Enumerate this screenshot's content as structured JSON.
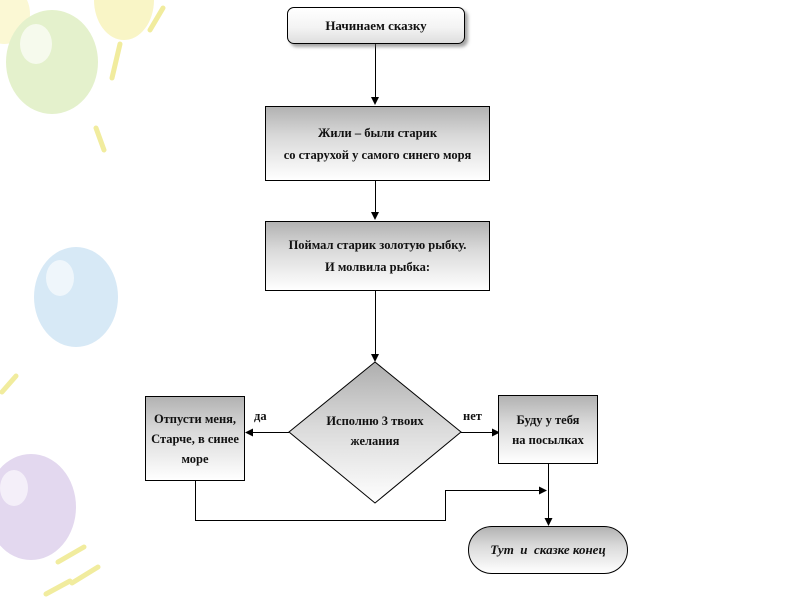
{
  "colors": {
    "shape_border": "#000000",
    "shape_gradient_top": "#b2b2b2",
    "shape_gradient_bottom": "#ffffff",
    "background": "#ffffff",
    "balloon_green": "#e4f1cc",
    "balloon_yellow": "#f9f5c6",
    "balloon_blue": "#d7e9f6",
    "balloon_purple": "#e3d8ef"
  },
  "flowchart": {
    "start": "Начинаем сказку",
    "scene1_line1": "Жили – были старик",
    "scene1_line2": "со старухой у самого синего моря",
    "scene2_line1": "Поймал старик золотую рыбку.",
    "scene2_line2": "И молвила рыбка:",
    "decision_line1": "Исполню 3 твоих",
    "decision_line2": "желания",
    "branch_yes": "да",
    "branch_no": "нет",
    "yes_line1": "Отпусти меня,",
    "yes_line2": "Старче, в синее",
    "yes_line3": "море",
    "no_line1": "Буду у тебя",
    "no_line2": "на посылках",
    "end": "Тут  и  сказке конец"
  }
}
